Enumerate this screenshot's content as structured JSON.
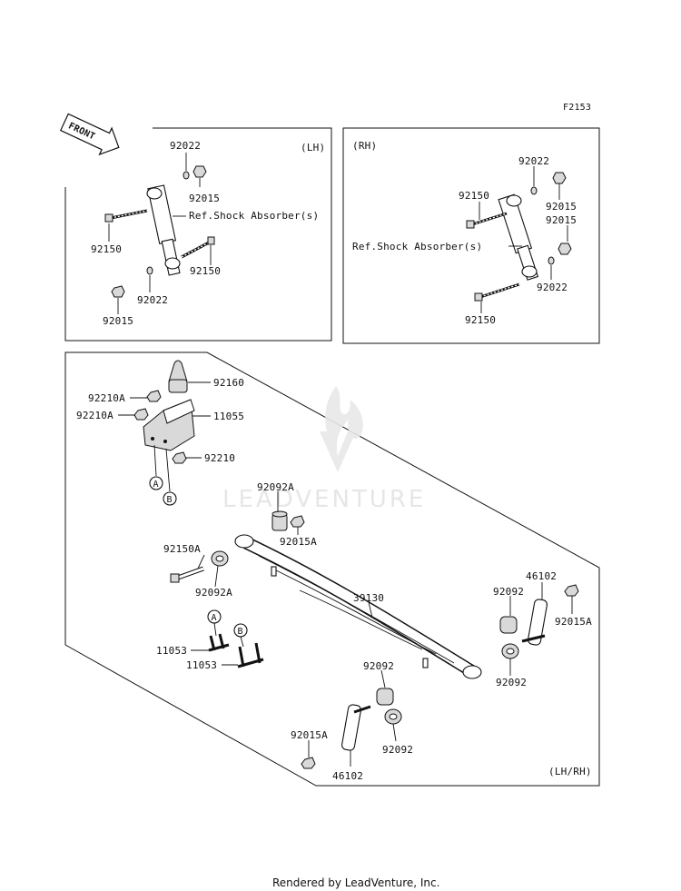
{
  "figure_code": "F2153",
  "front_label": "FRONT",
  "footer": "Rendered by LeadVenture, Inc.",
  "watermark": "LEADVENTURE",
  "panels": {
    "lh": {
      "side": "(LH)",
      "ref": "Ref.Shock Absorber(s)"
    },
    "rh": {
      "side": "(RH)",
      "ref": "Ref.Shock Absorber(s)"
    },
    "spring": {
      "side": "(LH/RH)"
    }
  },
  "callouts": {
    "lh_92022_top": "92022",
    "lh_92015_top": "92015",
    "lh_92150_left": "92150",
    "lh_92150_right": "92150",
    "lh_92022_bottom": "92022",
    "lh_92015_bottom": "92015",
    "rh_92022_top": "92022",
    "rh_92150_top": "92150",
    "rh_92015_a": "92015",
    "rh_92015_b": "92015",
    "rh_92022_bottom": "92022",
    "rh_92150_bottom": "92150",
    "p_92160": "92160",
    "p_92210A_1": "92210A",
    "p_92210A_2": "92210A",
    "p_11055": "11055",
    "p_92210": "92210",
    "p_92092A_top": "92092A",
    "p_92015A_top": "92015A",
    "p_92150A": "92150A",
    "p_92092A_left": "92092A",
    "p_39130": "39130",
    "p_46102_right": "46102",
    "p_92092_right_top": "92092",
    "p_92015A_right": "92015A",
    "p_92092_right_bottom": "92092",
    "p_11053_a": "11053",
    "p_11053_b": "11053",
    "p_92092_mid_top": "92092",
    "p_92092_mid_bottom": "92092",
    "p_92015A_bottom": "92015A",
    "p_46102_bottom": "46102",
    "ref_a": "A",
    "ref_b": "B",
    "ref_a2": "A",
    "ref_b2": "B"
  }
}
